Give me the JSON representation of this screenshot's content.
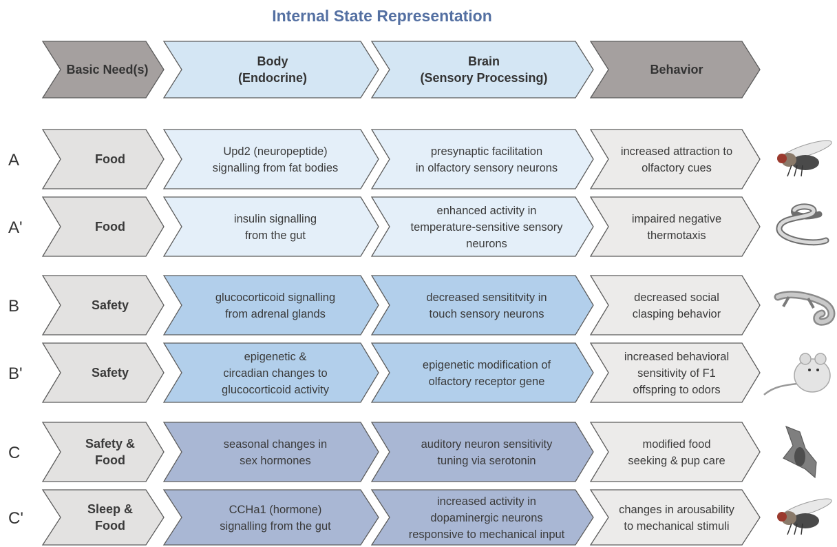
{
  "title": "Internal State Representation",
  "colors": {
    "header_dark": "#a5a09f",
    "header_light": "#d4e6f4",
    "need_fill": "#e3e2e1",
    "behavior_fill": "#ecebea",
    "food_fill": "#e4eff9",
    "safety_fill": "#b2cfeb",
    "sleep_fill": "#a9b7d4",
    "stroke": "#5c5c5c"
  },
  "headers": {
    "need": [
      "Basic Need(s)"
    ],
    "body": [
      "Body",
      "(Endocrine)"
    ],
    "brain": [
      "Brain",
      "(Sensory Processing)"
    ],
    "behavior": [
      "Behavior"
    ]
  },
  "rows": [
    {
      "label": "A",
      "tier": "food",
      "animal": "fly-icon",
      "need": [
        "Food"
      ],
      "body": [
        "Upd2 (neuropeptide)",
        "signalling from fat bodies"
      ],
      "brain": [
        "presynaptic facilitation",
        "in olfactory sensory neurons"
      ],
      "behavior": [
        "increased attraction to",
        "olfactory cues"
      ]
    },
    {
      "label": "A'",
      "tier": "food",
      "animal": "worm-icon",
      "need": [
        "Food"
      ],
      "body": [
        "insulin signalling",
        "from the gut"
      ],
      "brain": [
        "enhanced activity in",
        "temperature-sensitive sensory",
        "neurons"
      ],
      "behavior": [
        "impaired negative",
        "thermotaxis"
      ]
    },
    {
      "label": "B",
      "tier": "safety",
      "animal": "salamander-icon",
      "need": [
        "Safety"
      ],
      "body": [
        "glucocorticoid signalling",
        "from adrenal glands"
      ],
      "brain": [
        "decreased sensititvity in",
        "touch sensory neurons"
      ],
      "behavior": [
        "decreased social",
        "clasping behavior"
      ]
    },
    {
      "label": "B'",
      "tier": "safety",
      "animal": "mouse-icon",
      "need": [
        "Safety"
      ],
      "body": [
        "epigenetic &",
        "circadian changes to",
        "glucocorticoid activity"
      ],
      "brain": [
        "epigenetic modification of",
        "olfactory receptor gene"
      ],
      "behavior": [
        "increased behavioral",
        "sensitivity of F1",
        "offspring to odors"
      ]
    },
    {
      "label": "C",
      "tier": "sleep",
      "animal": "bat-icon",
      "need": [
        "Safety &",
        "Food"
      ],
      "body": [
        "seasonal changes in",
        "sex hormones"
      ],
      "brain": [
        "auditory neuron sensitivity",
        "tuning via serotonin"
      ],
      "behavior": [
        "modified food",
        "seeking & pup care"
      ]
    },
    {
      "label": "C'",
      "tier": "sleep",
      "animal": "fly-icon",
      "need": [
        "Sleep &",
        "Food"
      ],
      "body": [
        "CCHa1 (hormone)",
        "signalling from the gut"
      ],
      "brain": [
        "increased activity in",
        "dopaminergic neurons",
        "responsive to mechanical input"
      ],
      "behavior": [
        "changes in arousability",
        "to mechanical stimuli"
      ]
    }
  ]
}
